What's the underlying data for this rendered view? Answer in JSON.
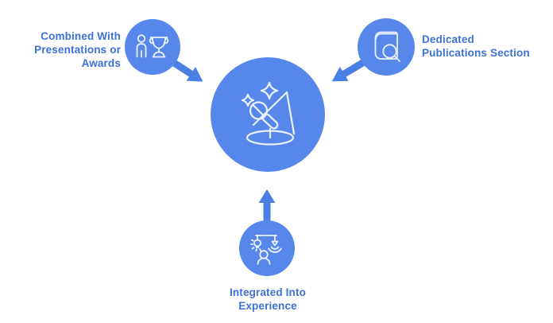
{
  "diagram": {
    "type": "hub-and-spoke",
    "colors": {
      "circle_fill": "#5787EA",
      "arrow_fill": "#4A80E4",
      "label_text": "#3E70DA",
      "icon_stroke": "#EAF1FC",
      "background": "#FFFFFF"
    },
    "center_node": {
      "id": "spotlight-hub",
      "icon": "spotlight-microphone-icon"
    },
    "nodes": [
      {
        "id": "presentations-awards",
        "icon": "person-trophy-icon",
        "label_lines": [
          "Combined With",
          "Presentations or",
          "Awards"
        ],
        "arrow_direction": "to-center-from-top-left"
      },
      {
        "id": "publications",
        "icon": "book-magnifier-icon",
        "label_lines": [
          "Dedicated",
          "Publications Section"
        ],
        "arrow_direction": "to-center-from-top-right"
      },
      {
        "id": "experience",
        "icon": "interactive-exhibit-icon",
        "label_lines": [
          "Integrated Into",
          "Experience"
        ],
        "arrow_direction": "to-center-from-bottom"
      }
    ]
  }
}
